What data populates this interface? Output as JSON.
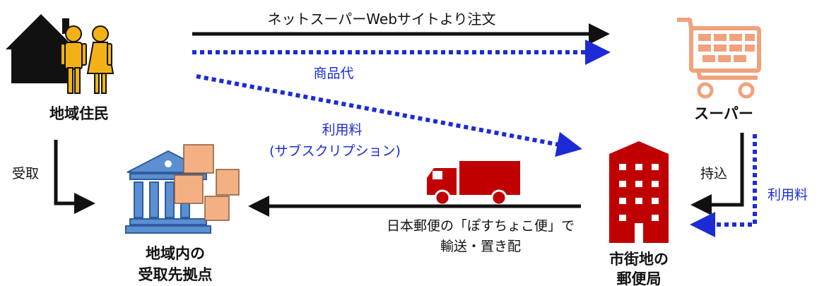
{
  "nodes": {
    "residents": {
      "label": "地域住民"
    },
    "supermarket": {
      "label": "スーパー"
    },
    "pickup_point": {
      "line1": "地域内の",
      "line2": "受取先拠点"
    },
    "post_office": {
      "line1": "市街地の",
      "line2": "郵便局"
    }
  },
  "flows": {
    "order": {
      "label": "ネットスーパーWebサイトより注文"
    },
    "product_fee": {
      "label": "商品代"
    },
    "usage_fee": {
      "line1": "利用料",
      "line2": "(サブスクリプション)"
    },
    "receive": {
      "label": "受取"
    },
    "bring_in": {
      "label": "持込"
    },
    "usage_fee_right": {
      "label": "利用料"
    },
    "transport": {
      "line1": "日本郵便の「ぽすちょこ便」で",
      "line2": "輸送・置き配"
    }
  },
  "colors": {
    "arrow_solid": "#111111",
    "arrow_dotted": "#1c2bd6",
    "text_blue": "#1c2bd6",
    "figure_gold": "#f2b217",
    "cart_salmon": "#f0a27c",
    "building_red": "#c00000",
    "truck_red": "#c00000",
    "bank_blue": "#5b8fd1",
    "box_tan": "#f3b183"
  },
  "icons": {
    "residents": "house-with-couple-icon",
    "supermarket": "shopping-cart-icon",
    "pickup_point": "bank-with-boxes-icon",
    "post_office": "red-office-building-icon",
    "transport": "delivery-truck-icon"
  }
}
